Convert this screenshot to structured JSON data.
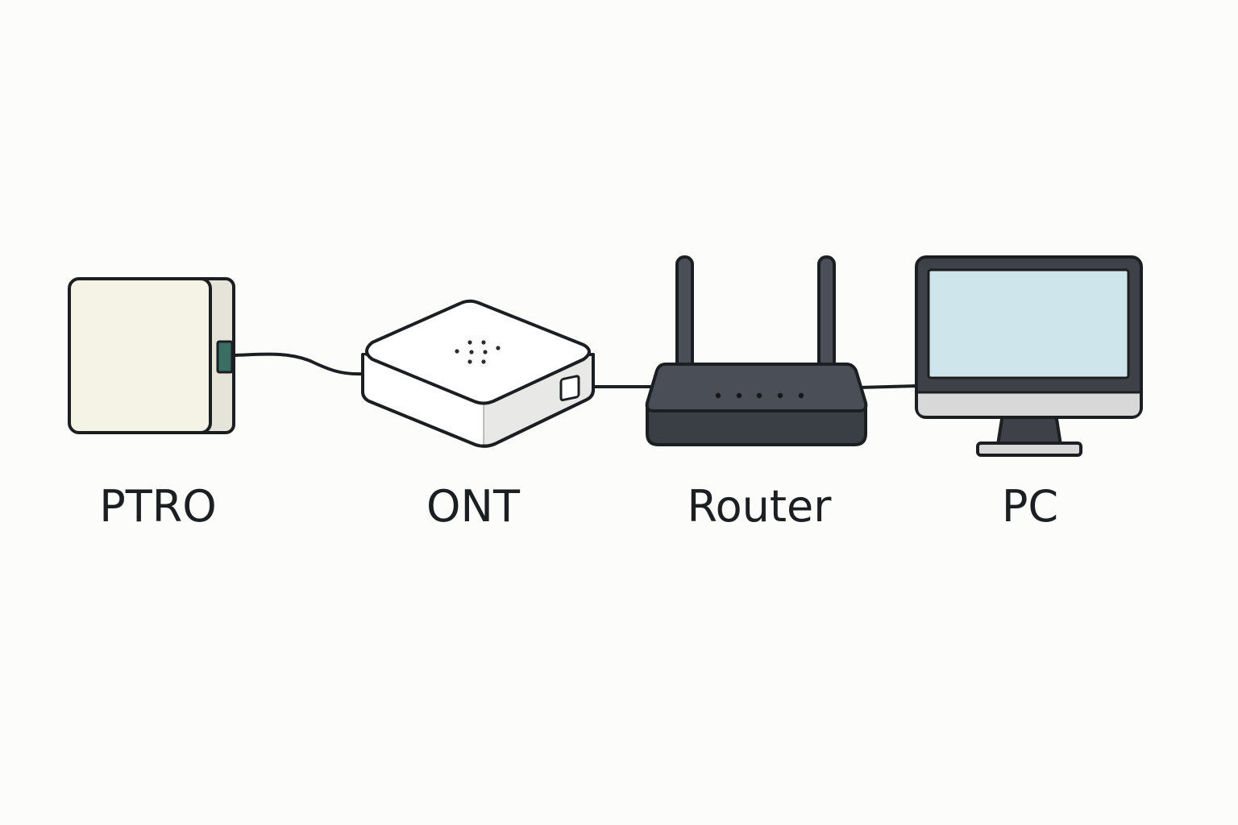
{
  "devices": [
    {
      "id": "ptro",
      "label": "PTRO",
      "icon": "wall-outlet-box-icon"
    },
    {
      "id": "ont",
      "label": "ONT",
      "icon": "ont-modem-icon"
    },
    {
      "id": "router",
      "label": "Router",
      "icon": "wifi-router-icon"
    },
    {
      "id": "pc",
      "label": "PC",
      "icon": "desktop-monitor-icon"
    }
  ],
  "connections": [
    {
      "from": "PTRO",
      "to": "ONT"
    },
    {
      "from": "ONT",
      "to": "Router"
    },
    {
      "from": "Router",
      "to": "PC"
    }
  ],
  "colors": {
    "background": "#fcfcfa",
    "outline": "#1c1f22",
    "ptro_face": "#f5f2e6",
    "ptro_side": "#e6e3d8",
    "ptro_port": "#3b6e63",
    "ont_body": "#ffffff",
    "ont_side": "#e8e8e6",
    "router_body": "#4a4e56",
    "router_base": "#3a3e45",
    "monitor_bezel": "#3e4148",
    "screen": "#cfe5ec",
    "monitor_chin": "#d8d8d8"
  }
}
